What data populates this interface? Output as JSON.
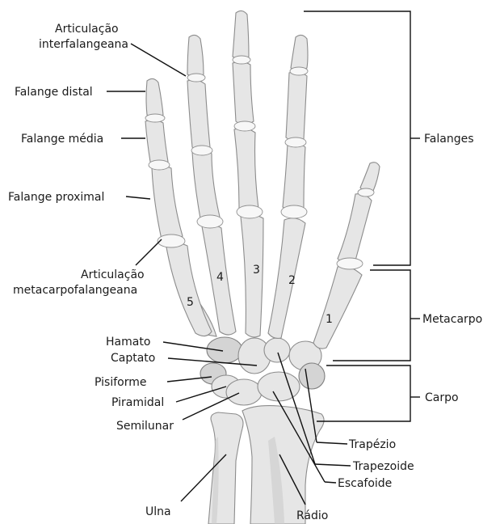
{
  "labels": {
    "articulacao_interfalangeana": [
      "Articulação",
      "interfalangeana"
    ],
    "falange_distal": "Falange distal",
    "falange_media": "Falange média",
    "falange_proximal": "Falange proximal",
    "articulacao_metacarpofalangeana": [
      "Articulação",
      "metacarpofalangeana"
    ],
    "hamato": "Hamato",
    "captato": "Captato",
    "pisiforme": "Pisiforme",
    "piramidal": "Piramidal",
    "semilunar": "Semilunar",
    "ulna": "Ulna",
    "radio": "Rádio",
    "escafoide": "Escafoide",
    "trapezoide": "Trapezoide",
    "trapezio": "Trapézio",
    "falanges": "Falanges",
    "metacarpo": "Metacarpo",
    "carpo": "Carpo"
  },
  "metacarpal_numbers": [
    "1",
    "2",
    "3",
    "4",
    "5"
  ]
}
